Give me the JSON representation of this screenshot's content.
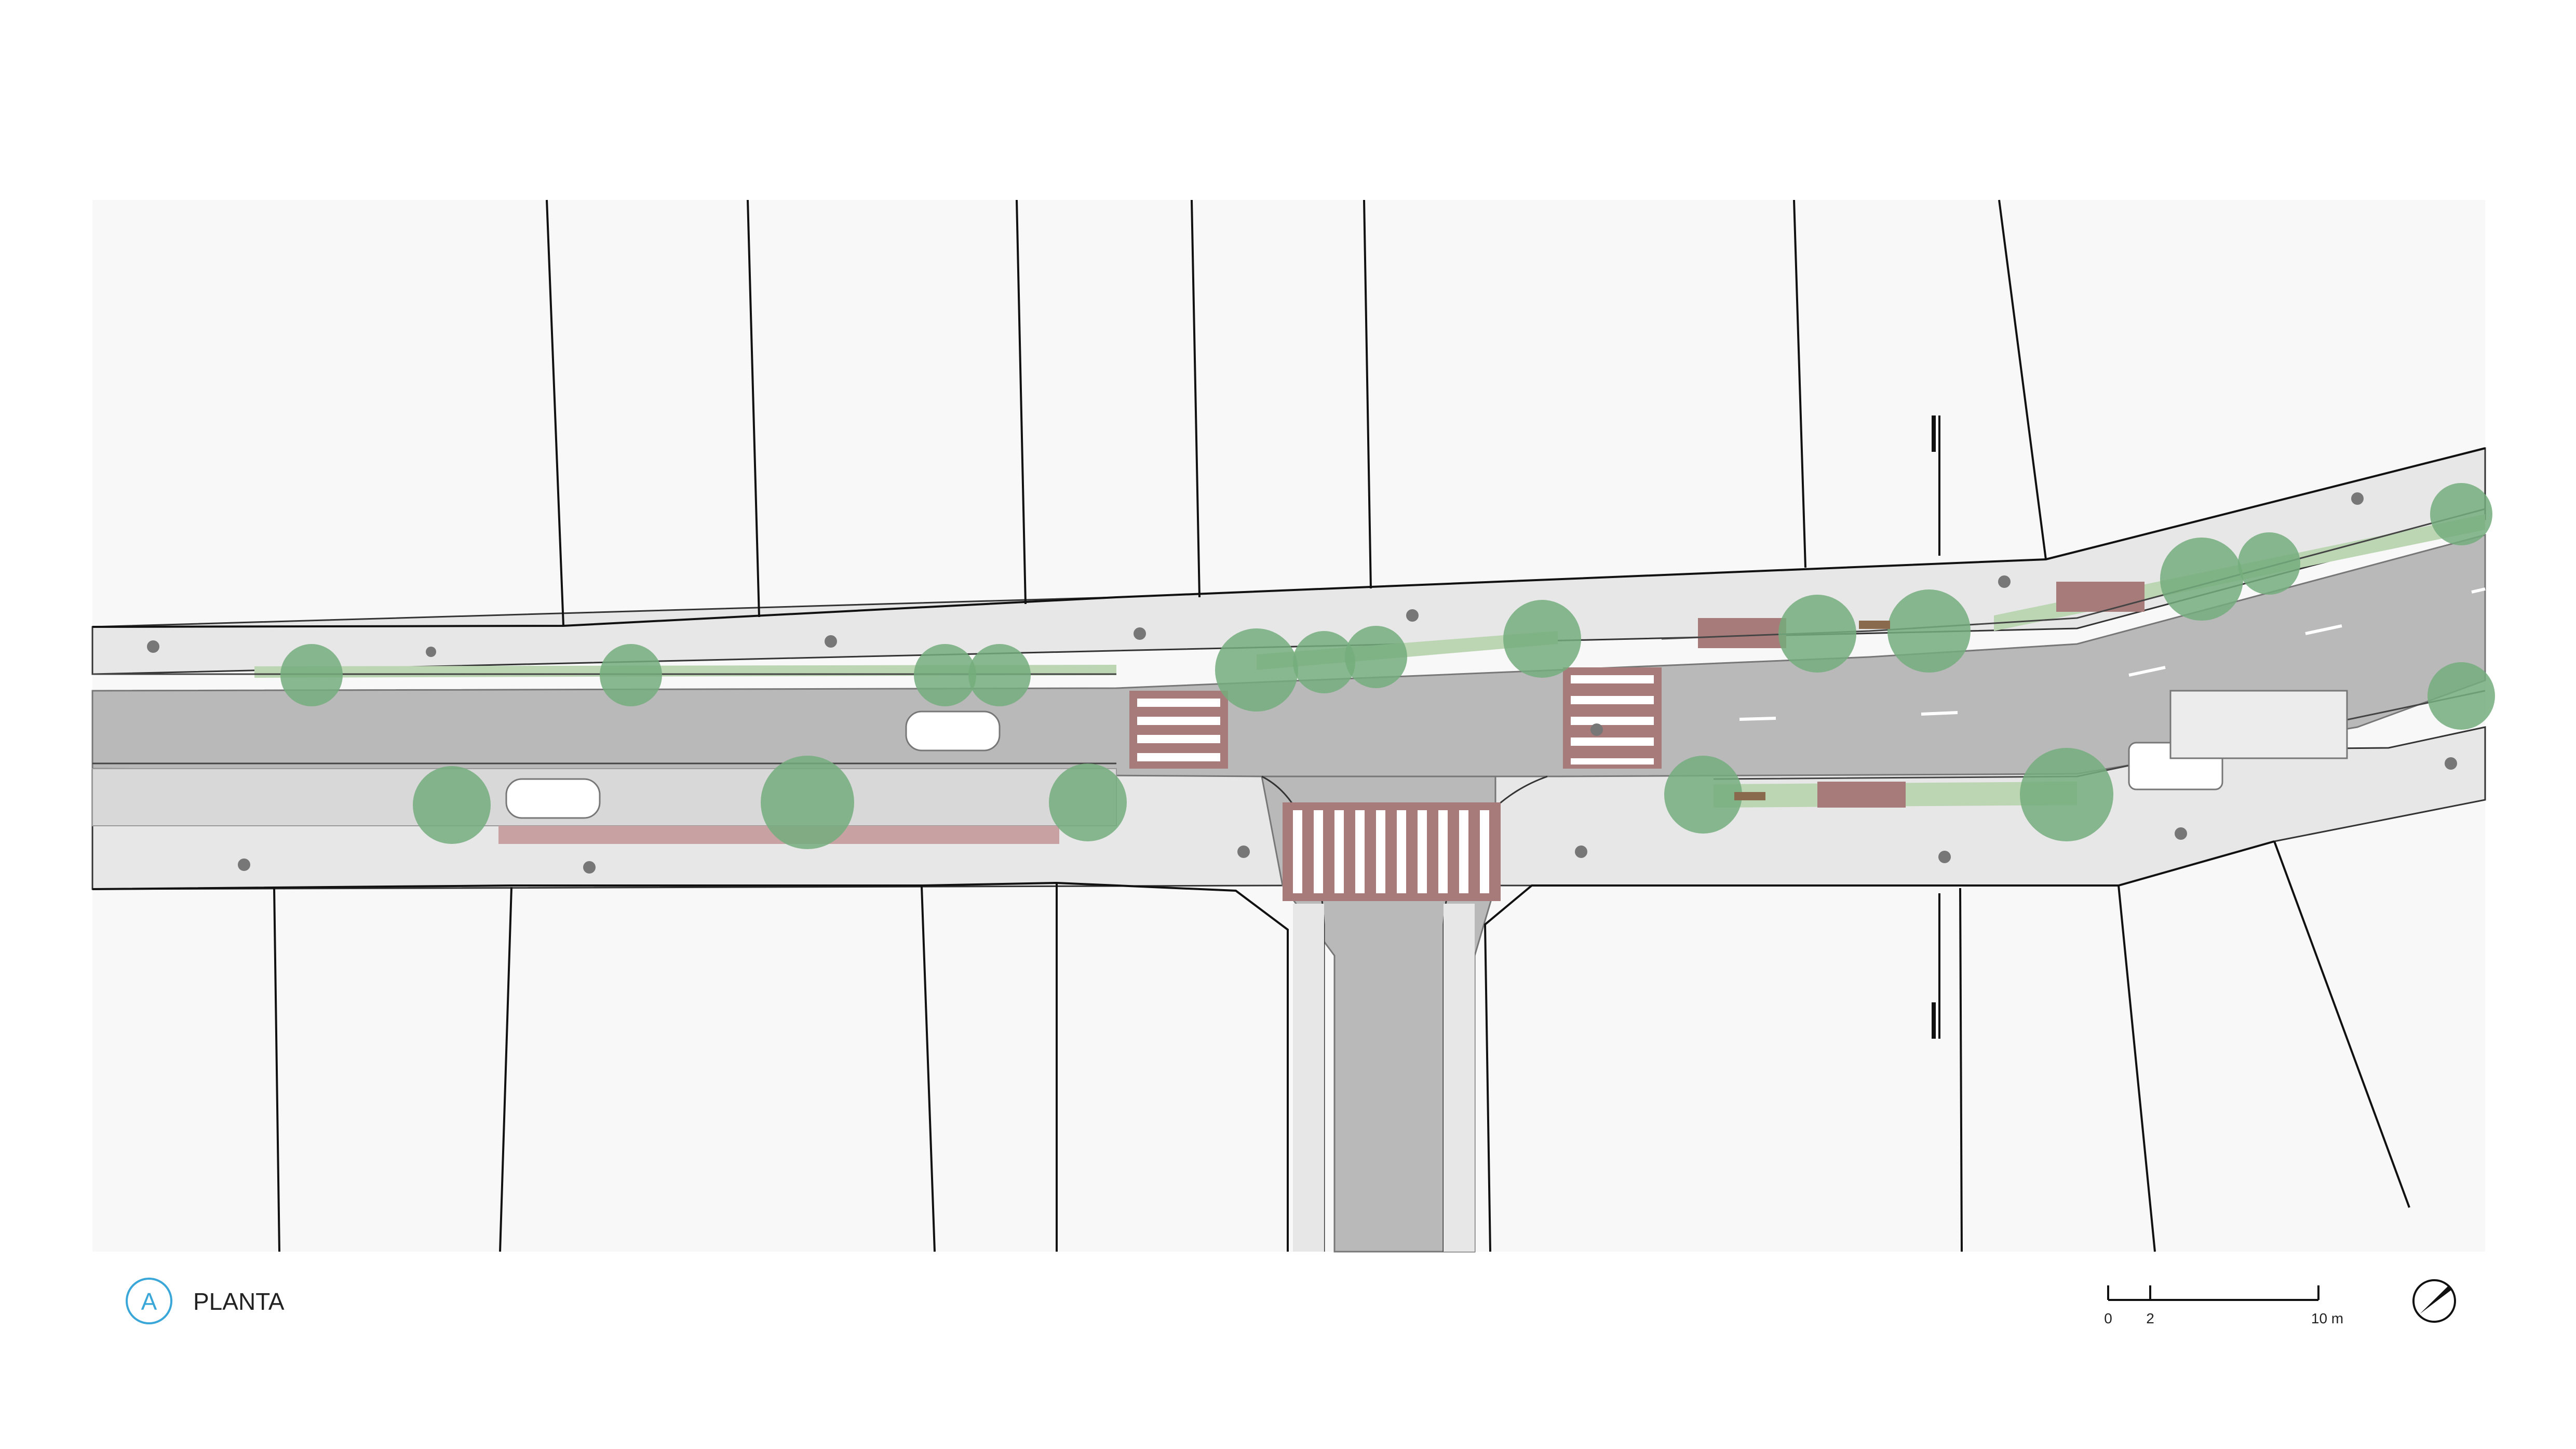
{
  "caption": {
    "letter": "A",
    "title": "PLANTA"
  },
  "scale_bar": {
    "ticks": [
      "0",
      "2",
      "10 m"
    ]
  },
  "colors": {
    "parcel": "#f8f8f8",
    "road": "#b9b9b9",
    "sidewalk": "#e7e7e7",
    "curb": "#d4d4d4",
    "green_strip": "#bcd6b4",
    "tree": "#74ad7c",
    "bike_lane": "#c8a2a2",
    "crossing_bg": "#a87b7b",
    "badge": "#3aa7d8"
  },
  "icons": [
    "north-arrow-icon",
    "tree-icon",
    "car-icon",
    "pedestrian-icon",
    "bench-icon"
  ]
}
